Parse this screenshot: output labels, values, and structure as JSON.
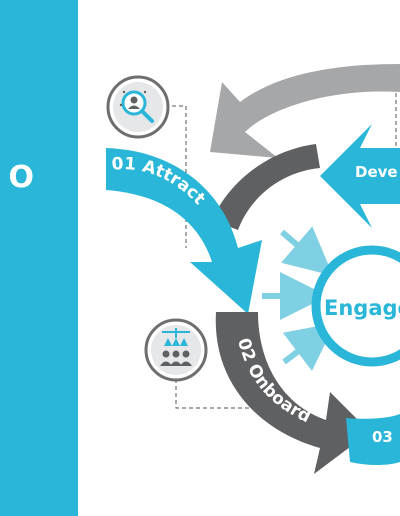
{
  "side_panel": {
    "text": "O"
  },
  "stages": {
    "attract": "01 Attract",
    "onboard": "02 Onboard",
    "stage3_partial": "03",
    "develop_partial": "Deve"
  },
  "center": {
    "label": "Engage"
  },
  "icons": [
    "recruit-search-icon",
    "team-org-chart-icon"
  ],
  "colors": {
    "blue": "#29b6d8",
    "dark_gray": "#5f6062",
    "light_gray": "#a6a7a9",
    "white": "#ffffff"
  }
}
